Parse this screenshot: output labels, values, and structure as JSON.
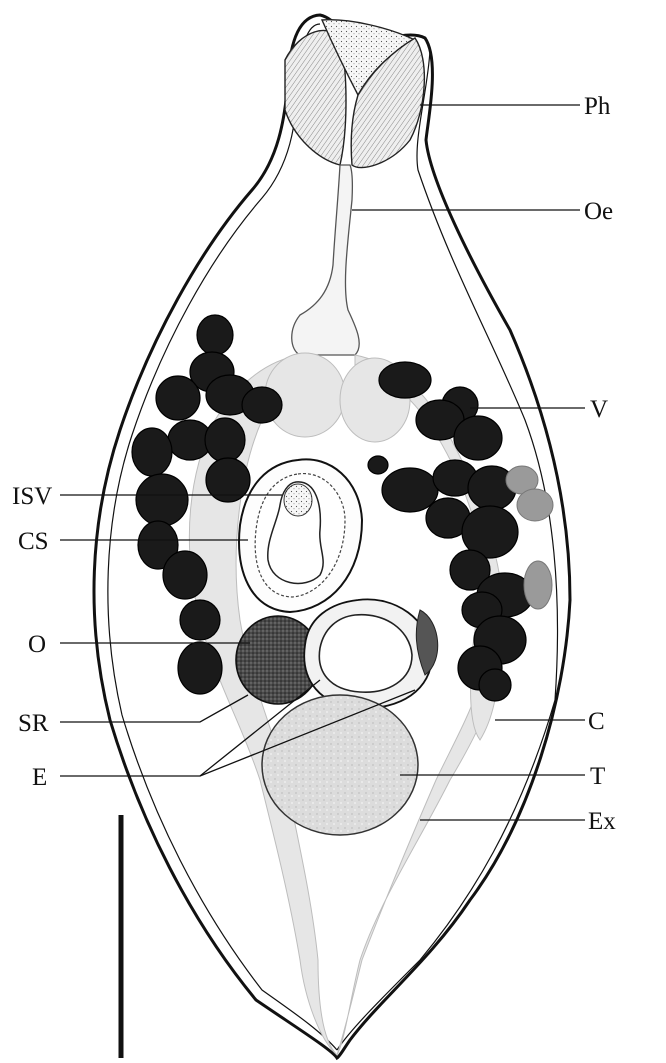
{
  "labels": {
    "ph": "Ph",
    "oe": "Oe",
    "v": "V",
    "isv": "ISV",
    "cs": "CS",
    "o": "O",
    "sr": "SR",
    "c": "C",
    "e": "E",
    "t": "T",
    "ex": "Ex"
  },
  "colors": {
    "ink": "#111111",
    "vitellaria": "#1a1a1a",
    "testis": "#d9d9d9",
    "ovary": "#3a3a3a",
    "caeca": "#e8e8e8"
  }
}
